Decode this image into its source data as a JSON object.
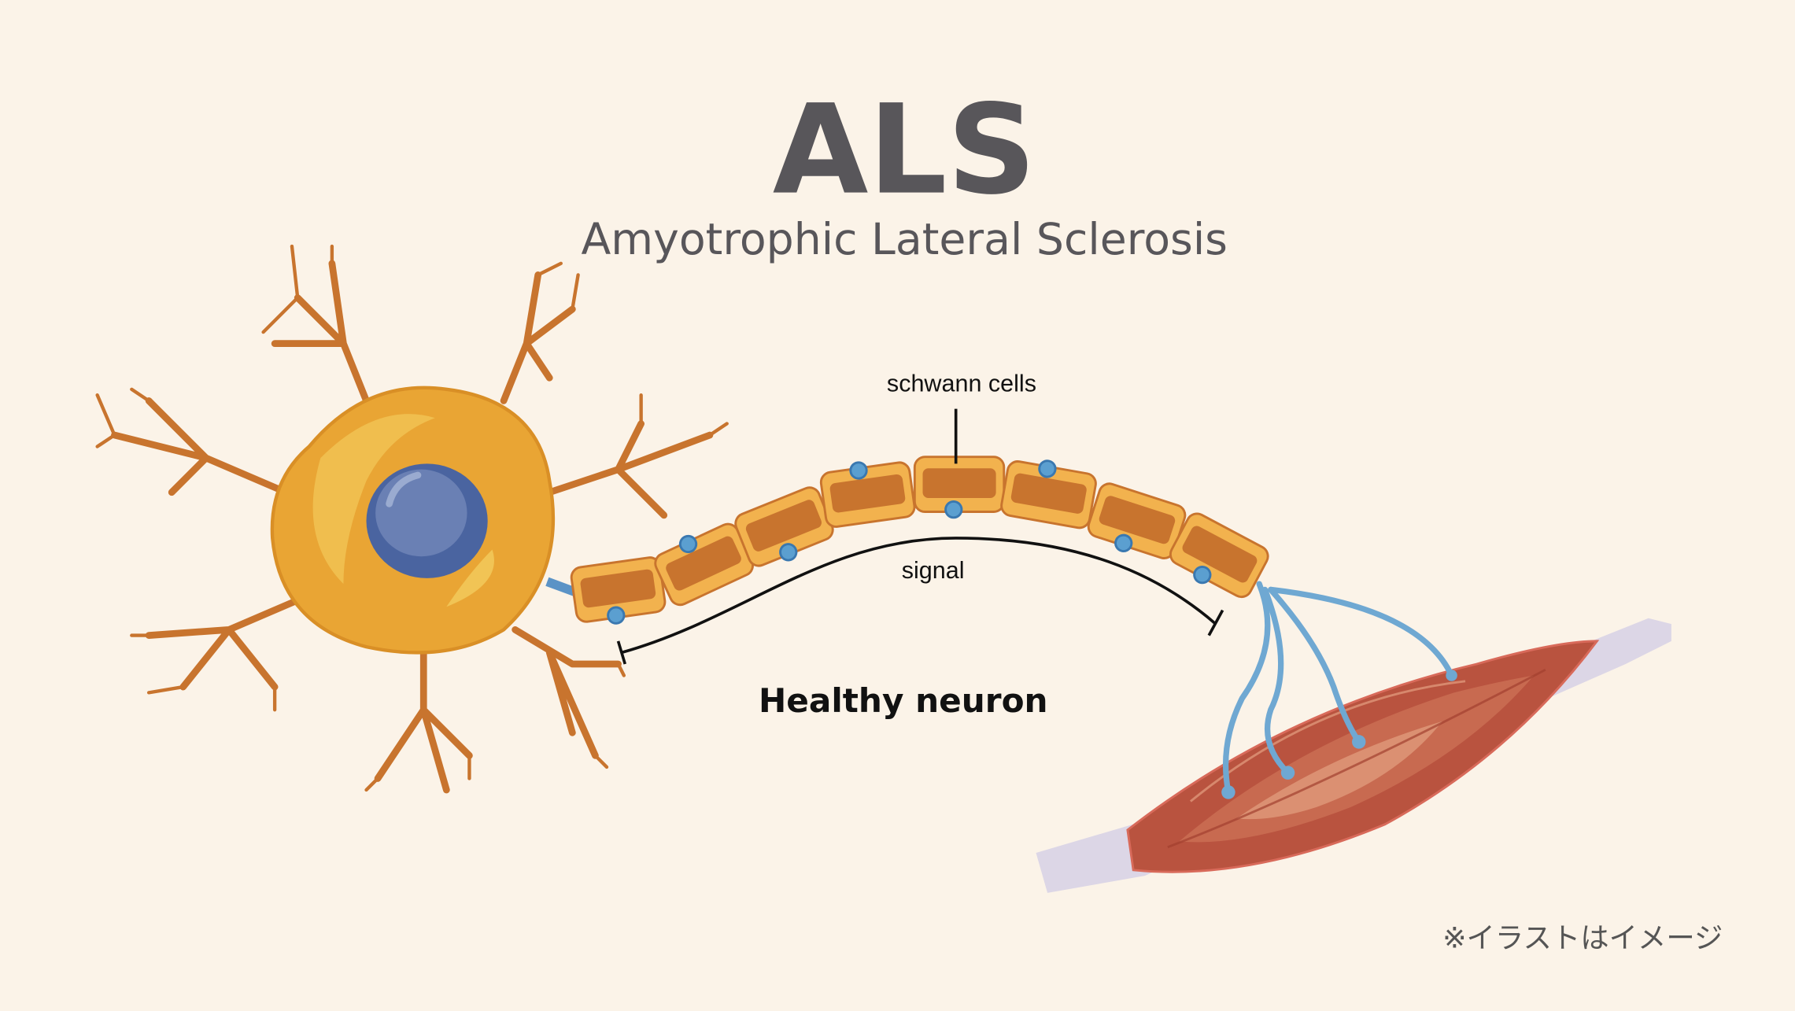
{
  "title": "ALS",
  "subtitle": "Amyotrophic Lateral Sclerosis",
  "labels": {
    "schwann_cells": "schwann cells",
    "signal": "signal",
    "caption": "Healthy neuron"
  },
  "footnote": "※イラストはイメージ",
  "colors": {
    "background": "#fbf3e8",
    "soma": "#e9a534",
    "nucleus": "#4a64a0",
    "dendrite": "#c8742e",
    "schwann": "#c8742e",
    "nerve": "#6fa8d2",
    "muscle": "#b9533f",
    "tendon": "#d8d3e3"
  }
}
